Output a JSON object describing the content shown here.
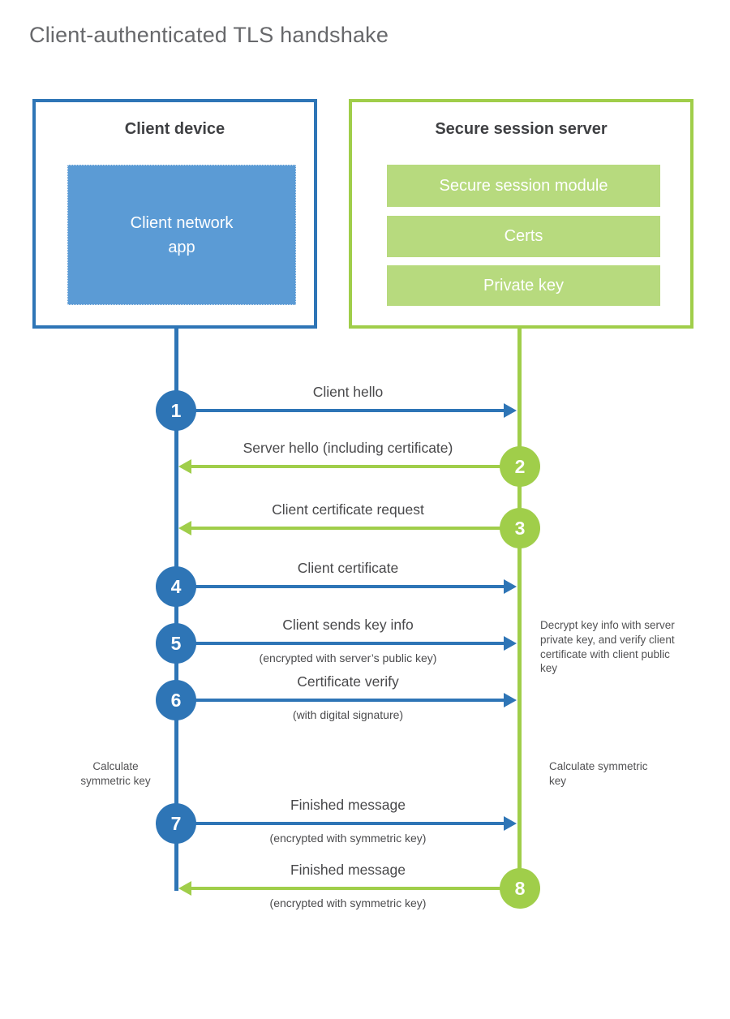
{
  "title": "Client-authenticated TLS handshake",
  "client_box": {
    "heading": "Client device",
    "app_label": "Client network app"
  },
  "server_box": {
    "heading": "Secure session server",
    "modules": [
      "Secure session module",
      "Certs",
      "Private key"
    ]
  },
  "steps": [
    {
      "num": "1",
      "direction": "client-to-server",
      "label": "Client hello"
    },
    {
      "num": "2",
      "direction": "server-to-client",
      "label": "Server hello (including certificate)"
    },
    {
      "num": "3",
      "direction": "server-to-client",
      "label": "Client certificate request"
    },
    {
      "num": "4",
      "direction": "client-to-server",
      "label": "Client certificate"
    },
    {
      "num": "5",
      "direction": "client-to-server",
      "label": "Client sends key info",
      "sublabel": "(encrypted with server’s public key)"
    },
    {
      "num": "6",
      "direction": "client-to-server",
      "label": "Certificate verify",
      "sublabel": "(with digital signature)"
    },
    {
      "num": "7",
      "direction": "client-to-server",
      "label": "Finished message",
      "sublabel": "(encrypted with symmetric key)"
    },
    {
      "num": "8",
      "direction": "server-to-client",
      "label": "Finished message",
      "sublabel": "(encrypted with symmetric key)"
    }
  ],
  "notes": {
    "server_side_note": "Decrypt key info with server private key, and verify client certificate with client public key",
    "client_calc": "Calculate symmetric key",
    "server_calc": "Calculate symmetric key"
  },
  "colors": {
    "blue": "#2e75b6",
    "blue_fill": "#5b9bd5",
    "green": "#a0ce4a",
    "green_fill": "#b7da7e"
  }
}
